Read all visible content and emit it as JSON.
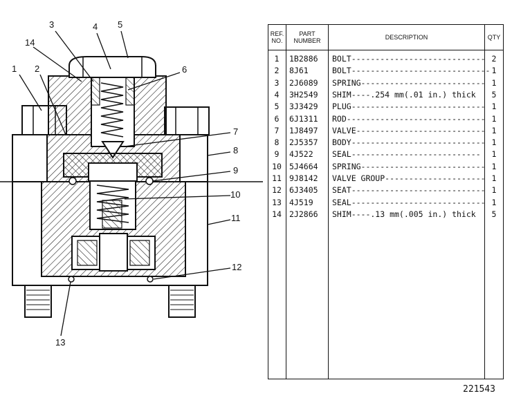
{
  "table": {
    "headers": {
      "ref": "REF. NO.",
      "part": "PART NUMBER",
      "description": "DESCRIPTION",
      "qty": "QTY"
    },
    "rows": [
      {
        "ref": "1",
        "part": "1B2886",
        "description": "BOLT----------------------------",
        "qty": "2"
      },
      {
        "ref": "2",
        "part": "8J61",
        "description": "BOLT-----------------------------",
        "qty": "1"
      },
      {
        "ref": "3",
        "part": "2J6089",
        "description": "SPRING--------------------------",
        "qty": "1"
      },
      {
        "ref": "4",
        "part": "3H2549",
        "description": "SHIM----.254 mm(.01 in.) thick",
        "qty": "5"
      },
      {
        "ref": "5",
        "part": "3J3429",
        "description": "PLUG----------------------------",
        "qty": "1"
      },
      {
        "ref": "6",
        "part": "6J1311",
        "description": "ROD-----------------------------",
        "qty": "1"
      },
      {
        "ref": "7",
        "part": "1J8497",
        "description": "VALVE---------------------------",
        "qty": "1"
      },
      {
        "ref": "8",
        "part": "2J5357",
        "description": "BODY----------------------------",
        "qty": "1"
      },
      {
        "ref": "9",
        "part": "4J522",
        "description": "SEAL---------------------------",
        "qty": "1"
      },
      {
        "ref": "10",
        "part": "5J4664",
        "description": "SPRING--------------------------",
        "qty": "1"
      },
      {
        "ref": "11",
        "part": "9J8142",
        "description": "VALVE GROUP---------------------",
        "qty": "1"
      },
      {
        "ref": "12",
        "part": "6J3405",
        "description": "SEAT----------------------------",
        "qty": "1"
      },
      {
        "ref": "13",
        "part": "4J519",
        "description": "SEAL----------------------------",
        "qty": "1"
      },
      {
        "ref": "14",
        "part": "2J2866",
        "description": "SHIM----.13 mm(.005 in.) thick",
        "qty": "5"
      }
    ]
  },
  "callouts": [
    "1",
    "2",
    "3",
    "4",
    "5",
    "6",
    "7",
    "8",
    "9",
    "10",
    "11",
    "12",
    "13",
    "14"
  ],
  "drawing_number": "221543"
}
